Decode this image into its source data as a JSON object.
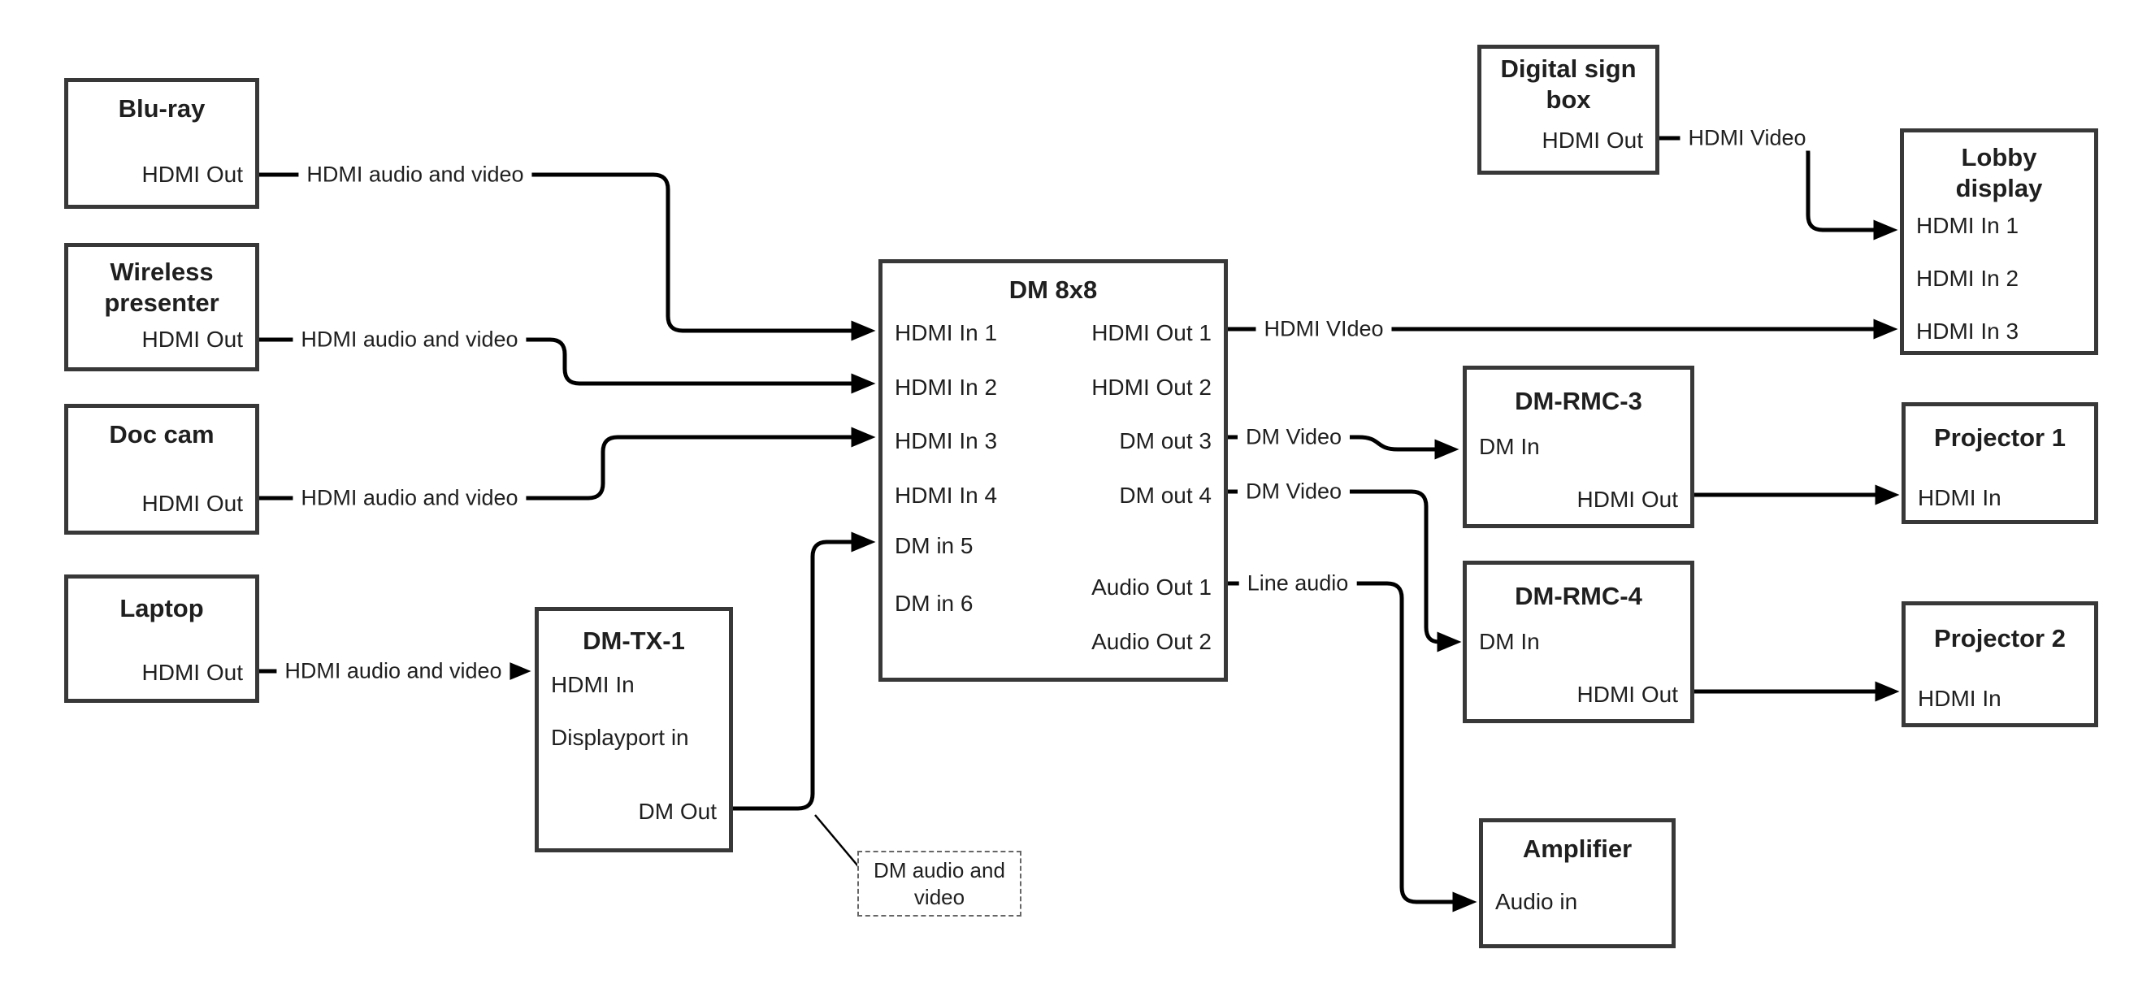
{
  "diagram": {
    "colors": {
      "background": "#ffffff",
      "wire": "#000000",
      "box_border": "#383838",
      "text": "#1f1f1f"
    },
    "devices": {
      "bluray": {
        "title": "Blu-ray",
        "ports": {
          "out": "HDMI Out"
        }
      },
      "wireless": {
        "title": "Wireless presenter",
        "ports": {
          "out": "HDMI Out"
        }
      },
      "doccam": {
        "title": "Doc cam",
        "ports": {
          "out": "HDMI Out"
        }
      },
      "laptop": {
        "title": "Laptop",
        "ports": {
          "out": "HDMI Out"
        }
      },
      "dmtx1": {
        "title": "DM-TX-1",
        "ports": {
          "hdmi_in": "HDMI In",
          "dp_in": "Displayport in",
          "dm_out": "DM Out"
        }
      },
      "dm8x8": {
        "title": "DM 8x8",
        "ports": {
          "in1": "HDMI In 1",
          "in2": "HDMI In 2",
          "in3": "HDMI In 3",
          "in4": "HDMI In 4",
          "in5": "DM in 5",
          "in6": "DM in 6",
          "out1": "HDMI Out 1",
          "out2": "HDMI Out 2",
          "out3": "DM out 3",
          "out4": "DM out 4",
          "aout1": "Audio Out 1",
          "aout2": "Audio Out 2"
        }
      },
      "digital_sign": {
        "title": "Digital sign box",
        "ports": {
          "out": "HDMI Out"
        }
      },
      "lobby": {
        "title": "Lobby display",
        "ports": {
          "in1": "HDMI In 1",
          "in2": "HDMI In 2",
          "in3": "HDMI In 3"
        }
      },
      "dmrmc3": {
        "title": "DM-RMC-3",
        "ports": {
          "dm_in": "DM In",
          "hdmi_out": "HDMI Out"
        }
      },
      "proj1": {
        "title": "Projector 1",
        "ports": {
          "in": "HDMI In"
        }
      },
      "dmrmc4": {
        "title": "DM-RMC-4",
        "ports": {
          "dm_in": "DM In",
          "hdmi_out": "HDMI Out"
        }
      },
      "proj2": {
        "title": "Projector 2",
        "ports": {
          "in": "HDMI In"
        }
      },
      "amplifier": {
        "title": "Amplifier",
        "ports": {
          "in": "Audio in"
        }
      }
    },
    "wire_labels": {
      "bluray_to_dm": "HDMI audio and video",
      "wireless_to_dm": "HDMI audio and video",
      "doccam_to_dm": "HDMI audio and video",
      "laptop_to_dmtx": "HDMI audio and video",
      "hdmiout1_to_lobby": "HDMI VIdeo",
      "dmout3_to_rmc3": "DM Video",
      "dmout4_to_rmc4": "DM Video",
      "audioout1_to_amp": "Line audio",
      "digitalsign_to_lobby": "HDMI Video"
    },
    "note": "DM audio and video"
  }
}
